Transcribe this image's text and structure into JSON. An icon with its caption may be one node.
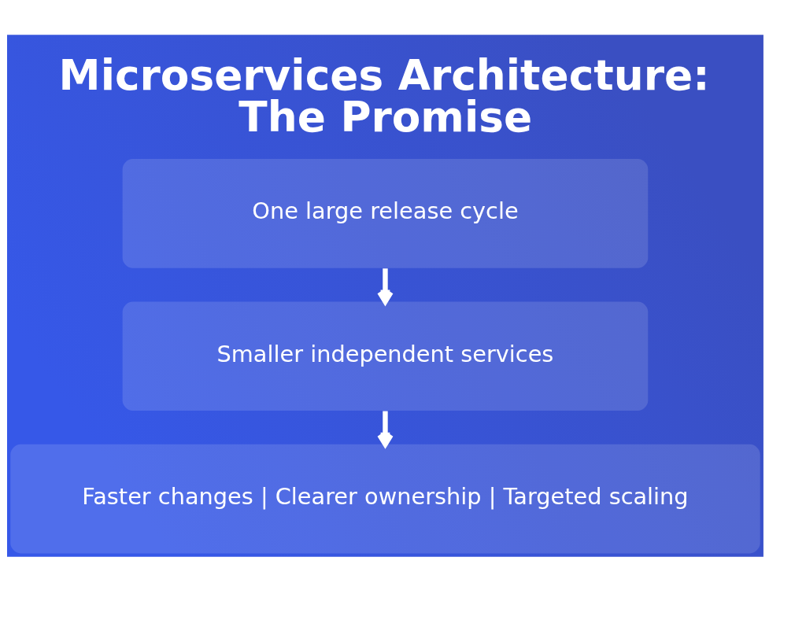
{
  "diagram": {
    "title": "Microservices Architecture: The Promise",
    "nodes": [
      {
        "text": [
          "One large release cycle"
        ]
      },
      {
        "text": [
          "Smaller independent services"
        ]
      },
      {
        "text": [
          "Faster changes | Clearer ownership | Targeted scaling"
        ]
      }
    ],
    "edges": [
      {
        "from": 0,
        "to": 1,
        "arrow": "to"
      },
      {
        "from": 1,
        "to": 2,
        "arrow": "to"
      }
    ]
  }
}
